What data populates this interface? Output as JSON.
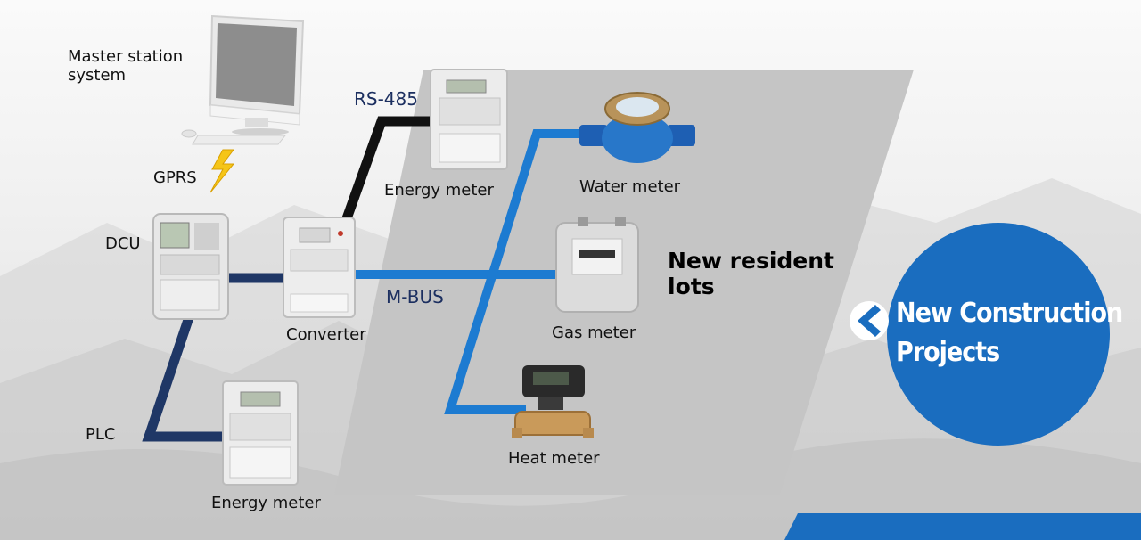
{
  "labels": {
    "master_station": "Master station system",
    "gprs": "GPRS",
    "dcu": "DCU",
    "plc": "PLC",
    "rs485": "RS-485",
    "energy_meter_top": "Energy meter",
    "water_meter": "Water meter",
    "converter": "Converter",
    "mbus": "M-BUS",
    "gas_meter": "Gas meter",
    "heat_meter": "Heat meter",
    "energy_meter_bottom": "Energy meter",
    "resident_lots": "New  resident lots"
  },
  "badge": {
    "line1": "New Construction",
    "line2": "Projects"
  },
  "colors": {
    "badge_blue": "#1a6dbf",
    "mbus_line": "#1d7bd1",
    "dcu_line": "#1f3766",
    "rs485_line": "#111111",
    "panel_gray": "#c5c5c5",
    "bolt": "#f5c518"
  },
  "icons": {
    "computer": "desktop-computer-icon",
    "bolt": "lightning-bolt-icon",
    "badge_arrow": "chevron-left-icon"
  }
}
